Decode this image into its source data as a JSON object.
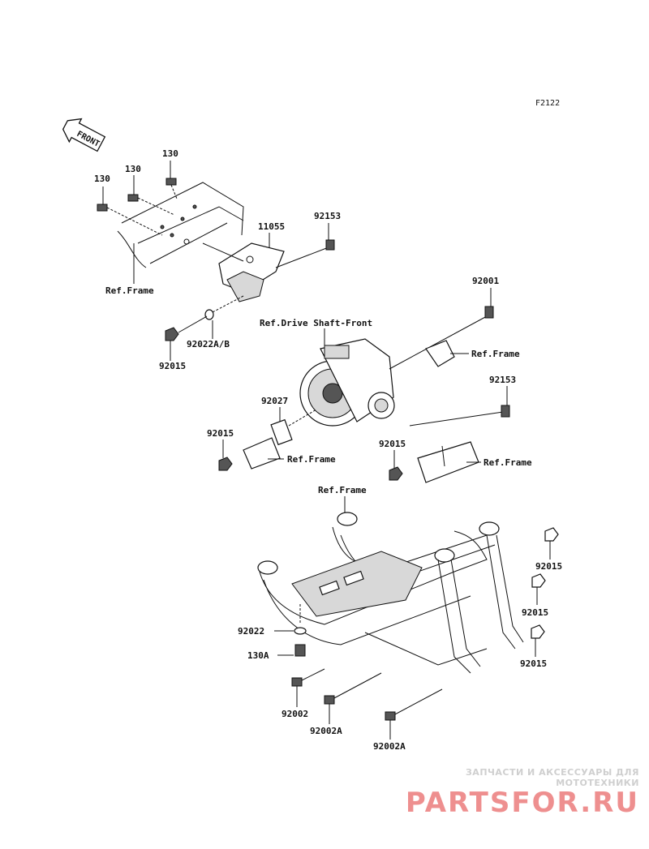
{
  "figure_code": "F2122",
  "front_arrow": "FRONT",
  "labels": {
    "bolt_130_a": "130",
    "bolt_130_b": "130",
    "bolt_130_c": "130",
    "bracket_11055": "11055",
    "bolt_92153_top": "92153",
    "ref_frame_top_left": "Ref.Frame",
    "washer_92022ab": "92022A/B",
    "nut_92015_a": "92015",
    "bolt_92001": "92001",
    "ref_drive_shaft_front": "Ref.Drive Shaft-Front",
    "ref_frame_right_a": "Ref.Frame",
    "bolt_92153_mid": "92153",
    "collar_92027": "92027",
    "nut_92015_b": "92015",
    "ref_frame_left_mid": "Ref.Frame",
    "nut_92015_c": "92015",
    "ref_frame_right_b": "Ref.Frame",
    "ref_frame_bottom": "Ref.Frame",
    "nut_92015_d": "92015",
    "nut_92015_e": "92015",
    "nut_92015_f": "92015",
    "washer_92022": "92022",
    "bolt_130a": "130A",
    "bolt_92002": "92002",
    "bolt_92002a_a": "92002A",
    "bolt_92002a_b": "92002A"
  },
  "watermark": {
    "subtitle": "ЗАПЧАСТИ И АКСЕССУАРЫ ДЛЯ МОТОТЕХНИКИ",
    "brand": "PARTSFOR.RU",
    "color": "#ee8f8f"
  },
  "icons": [
    "front-arrow-icon",
    "bolt-icon",
    "nut-icon",
    "washer-icon",
    "bracket-icon",
    "differential-icon",
    "frame-icon"
  ]
}
